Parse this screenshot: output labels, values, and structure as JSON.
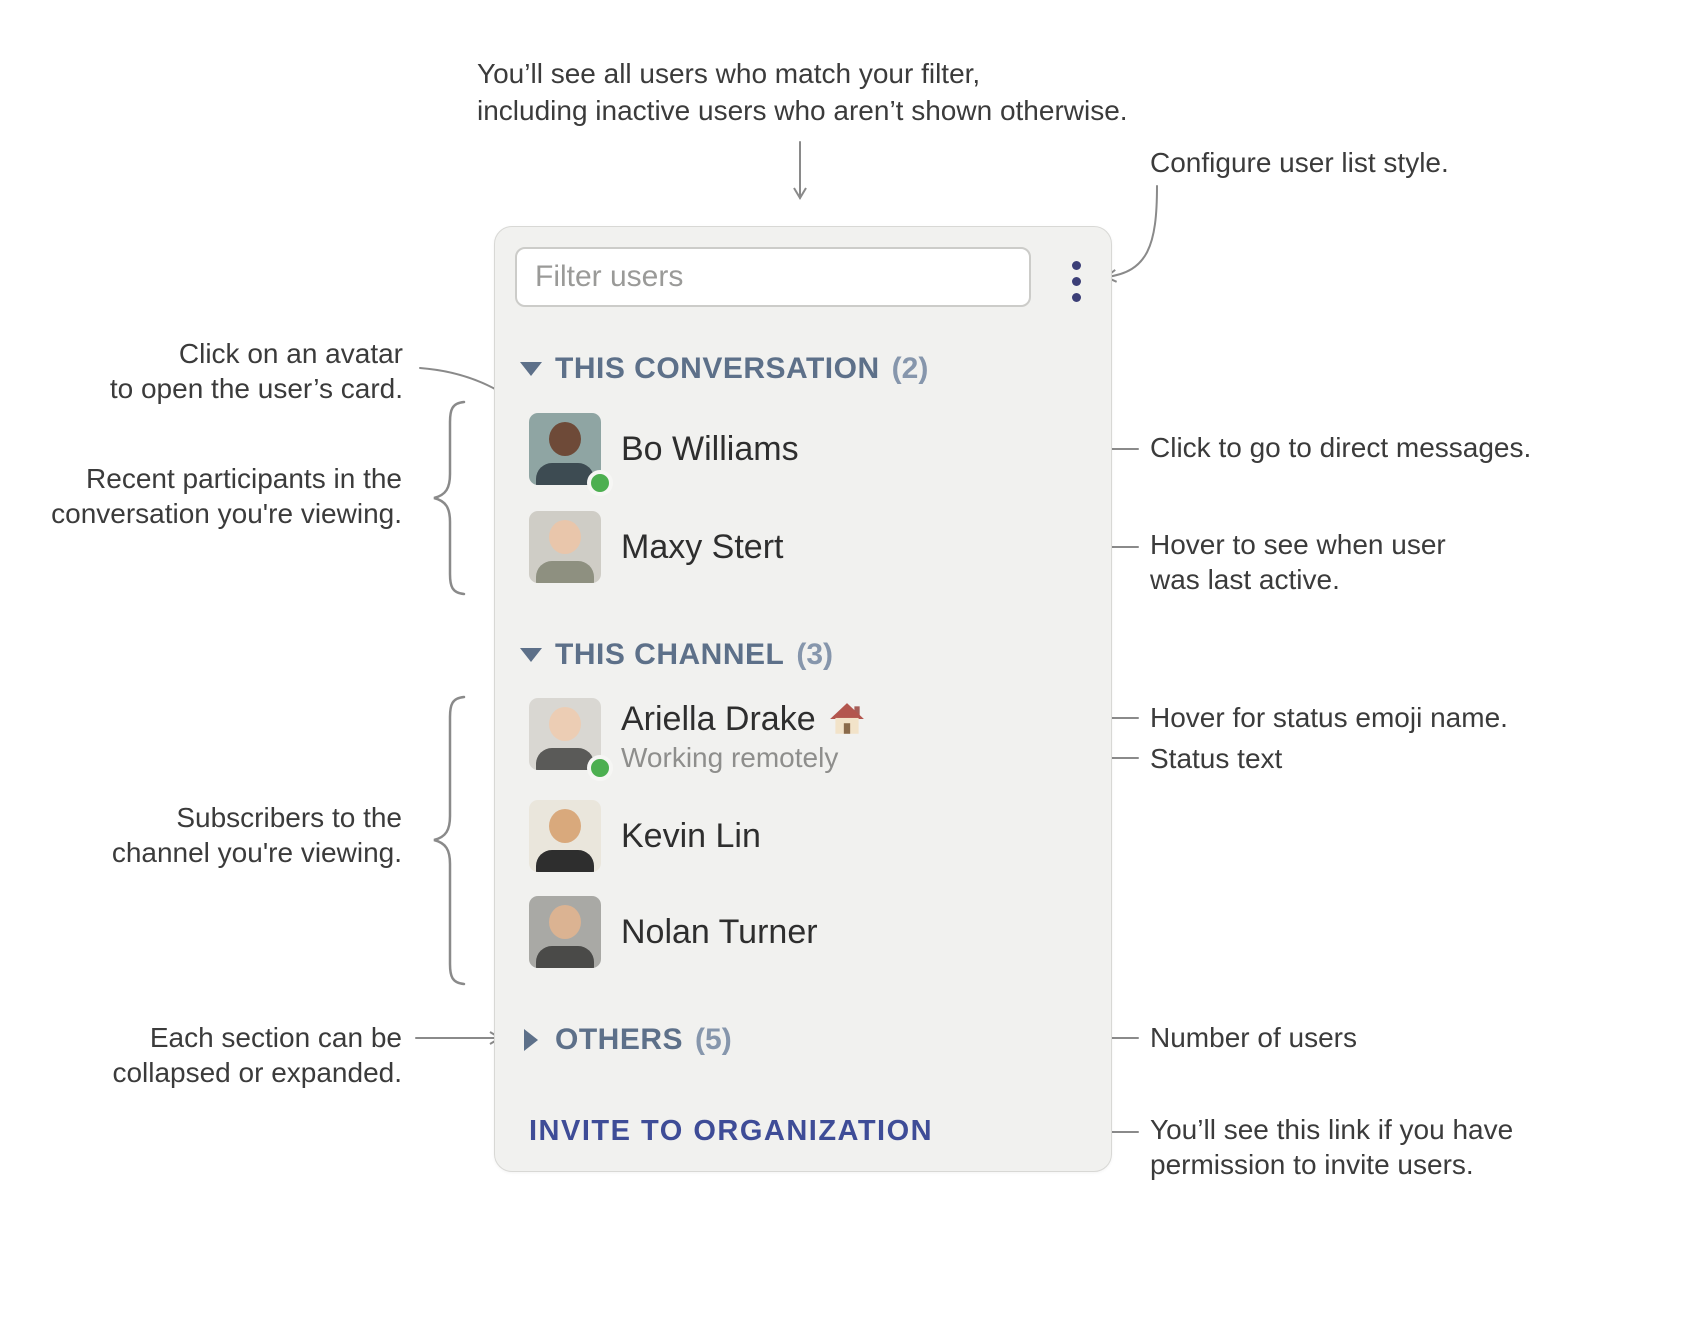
{
  "annotations": {
    "filter_note": {
      "lines": [
        "You’ll see all users who match your filter,",
        "including inactive users who aren’t shown otherwise."
      ]
    },
    "configure_note": {
      "lines": [
        "Configure user list style."
      ]
    },
    "avatar_note": {
      "lines": [
        "Click on an avatar",
        "to open the user’s card."
      ]
    },
    "participants_note": {
      "lines": [
        "Recent participants in the",
        "conversation you're viewing."
      ]
    },
    "dm_note": {
      "lines": [
        "Click to go to direct messages."
      ]
    },
    "last_active_note": {
      "lines": [
        "Hover to see when user",
        "was last active."
      ]
    },
    "status_emoji_note": {
      "lines": [
        "Hover for status emoji name."
      ]
    },
    "status_text_note": {
      "lines": [
        "Status text"
      ]
    },
    "subscribers_note": {
      "lines": [
        "Subscribers to the",
        "channel you're viewing."
      ]
    },
    "collapse_note": {
      "lines": [
        "Each section can be",
        "collapsed or expanded."
      ]
    },
    "count_note": {
      "lines": [
        "Number of users"
      ]
    },
    "invite_note": {
      "lines": [
        "You’ll see this link if you have",
        "permission to invite users."
      ]
    }
  },
  "panel": {
    "filter": {
      "placeholder": "Filter users"
    },
    "style_menu_icon": "kebab-menu-icon",
    "sections": [
      {
        "label": "THIS CONVERSATION",
        "count": "(2)",
        "collapsed": false,
        "users": [
          {
            "name": "Bo Williams",
            "online": true,
            "avatar": {
              "bg": "#8fa5a3",
              "skin": "#6e4a38",
              "shirt": "#3d4b52"
            }
          },
          {
            "name": "Maxy Stert",
            "online": false,
            "avatar": {
              "bg": "#cfcdc6",
              "skin": "#e9c6ab",
              "shirt": "#8e9080"
            }
          }
        ]
      },
      {
        "label": "THIS CHANNEL",
        "count": "(3)",
        "collapsed": false,
        "users": [
          {
            "name": "Ariella Drake",
            "status_emoji": "house",
            "status_text": "Working remotely",
            "online": true,
            "avatar": {
              "bg": "#d9d7d2",
              "skin": "#eccdb4",
              "shirt": "#5a5a58"
            }
          },
          {
            "name": "Kevin Lin",
            "online": false,
            "avatar": {
              "bg": "#eae6dc",
              "skin": "#d9a97c",
              "shirt": "#2e2e2e"
            }
          },
          {
            "name": "Nolan Turner",
            "online": false,
            "avatar": {
              "bg": "#a9a9a5",
              "skin": "#dbb392",
              "shirt": "#4a4a48"
            }
          }
        ]
      },
      {
        "label": "OTHERS",
        "count": "(5)",
        "collapsed": true,
        "users": []
      }
    ],
    "invite_link": "INVITE TO ORGANIZATION"
  },
  "colors": {
    "section_header": "#5d7089",
    "section_count": "#8696ac",
    "invite_link": "#3e4c97",
    "accent_indigo": "#3c3f77",
    "presence_online": "#4caf50",
    "connector": "#8a8a8a"
  }
}
